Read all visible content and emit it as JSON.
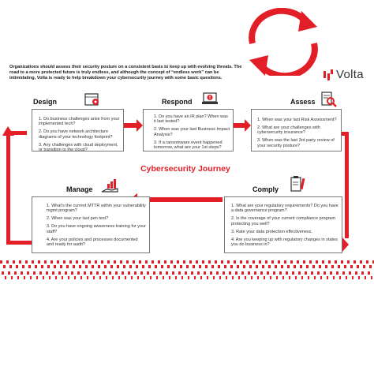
{
  "intro": "Organizations should assess their security posture on a consistent basis to keep up with evolving threats. The road to a more protected future is truly endless, and although the concept of “endless work” can be intimidating, Volta is ready to help breakdown your cybersecurity journey with some basic quesitons.",
  "brand": {
    "name": "Volta"
  },
  "center_title": "Cybersecurity Journey",
  "colors": {
    "accent": "#e21f26",
    "text": "#222222",
    "border": "#777777"
  },
  "stages": {
    "design": {
      "title": "Design",
      "icon": "blueprint-gear-icon",
      "items": [
        "1. Do business challenges arise from your implemented tech?",
        "2. Do you have network architecture diagrams of your technology footprint?",
        "3. Any challenges with cloud deployment, or transition to the cloud?"
      ]
    },
    "respond": {
      "title": "Respond",
      "icon": "laptop-alert-icon",
      "items": [
        "1. Do you have an IR plan? When was it last tested?",
        "2. When was your last Business Impact Analysis?",
        "3. If a ransomware event happened tomorrow, what are your 1st steps?"
      ]
    },
    "assess": {
      "title": "Assess",
      "icon": "magnifier-document-icon",
      "items": [
        "1. When was your last Risk Assessment?",
        "2. What are your challenges with cybersecurity insurance?",
        "3. When was the last 3rd party review of your security posture?"
      ]
    },
    "manage": {
      "title": "Manage",
      "icon": "hand-chart-icon",
      "items": [
        "1. What's the current MTTR within your vulnerability mgmt program?",
        "2. When was your last pen test?",
        "3. Do you have ongoing awareness training for your staff?",
        "4. Are your policies and processes documented and ready for audit?"
      ]
    },
    "comply": {
      "title": "Comply",
      "icon": "clipboard-pencil-icon",
      "items": [
        "1. What are your regulatory requirements? Do you have a data governance program?",
        "2. Is the coverage of your current compliance program protecting you well?",
        "3. Rate your data protection effectiveness.",
        "4. Are you keeping up with regulatory changes in states you do business in?"
      ]
    }
  }
}
